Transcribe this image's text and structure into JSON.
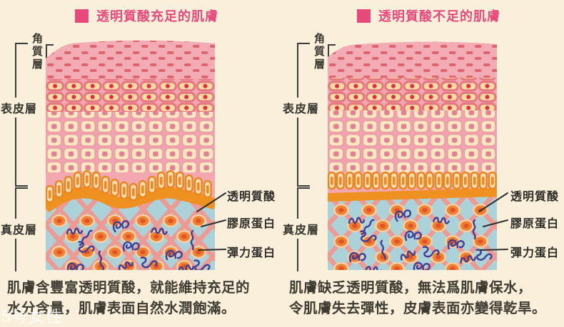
{
  "page": {
    "background": "#f9efdb",
    "watermark": "5号女性"
  },
  "colors": {
    "title_pink": "#e8497b",
    "text_dark": "#37342c",
    "caption_text": "#3f3b31",
    "bracket": "#3c3c3c",
    "stratum_band": "#f3abb4",
    "stratum_dash": "#dd6570",
    "epidermis_bg": "#f2a7b1",
    "epidermis_cell_cream": "#f7dda2",
    "epidermis_cell_nucleus": "#e02e48",
    "basal_cell_orange": "#e8851c",
    "basement_membrane_orange": "#ef9120",
    "dermis_blue": "#abd2d8",
    "collagen_lattice_pink": "#ee9a92",
    "dermis_cell_orange": "#ee8030",
    "dermis_cell_nucleus": "#e2512a",
    "elastin_blue": "#3e3e97",
    "leader_line": "#2f2f2f"
  },
  "panels": [
    {
      "id": "sufficient",
      "title": "透明質酸充足的肌膚",
      "layer_labels": {
        "stratum_corneum": "角質層",
        "epidermis": "表皮層",
        "dermis": "真皮層"
      },
      "annotations": [
        {
          "label": "透明質酸"
        },
        {
          "label": "膠原蛋白"
        },
        {
          "label": "彈力蛋白"
        }
      ],
      "caption": "肌膚含豐富透明質酸，就能維持充足的\n水分含量，肌膚表面自然水潤飽滿。"
    },
    {
      "id": "insufficient",
      "title": "透明質酸不足的肌膚",
      "layer_labels": {
        "stratum_corneum": "角質層",
        "epidermis": "表皮層",
        "dermis": "真皮層"
      },
      "annotations": [
        {
          "label": "透明質酸"
        },
        {
          "label": "膠原蛋白"
        },
        {
          "label": "彈力蛋白"
        }
      ],
      "caption": "肌膚缺乏透明質酸，無法爲肌膚保水，\n令肌膚失去彈性，皮膚表面亦變得乾旱。"
    }
  ]
}
